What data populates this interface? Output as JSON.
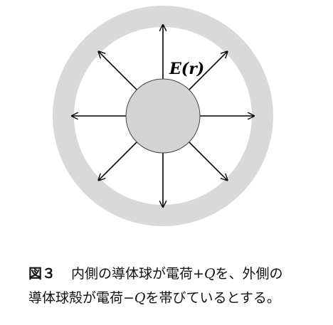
{
  "diagram": {
    "field_label": "E",
    "field_arg": "(r)",
    "arrow_count": 8,
    "colors": {
      "shell": "#d9d9d9",
      "inner_sphere": "#d3d3d3",
      "arrow": "#000000",
      "background": "#ffffff"
    }
  },
  "caption": {
    "figure_label": "図３",
    "line1_pre": "内側の導体球が電荷+",
    "line1_q": "Q",
    "line1_post": "を、外側の",
    "line2_pre": "導体球殻が電荷−",
    "line2_q": "Q",
    "line2_post": "を帯びているとする。"
  }
}
